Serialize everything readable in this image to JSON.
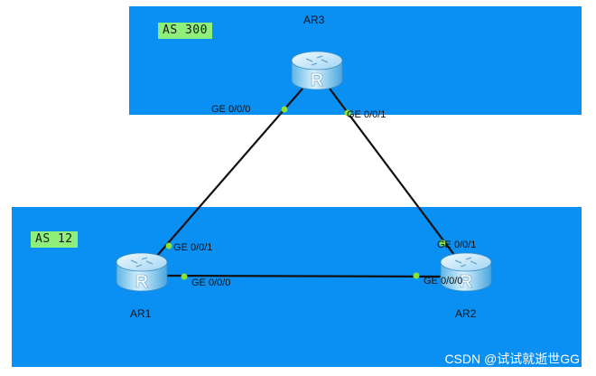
{
  "as_regions": {
    "as300": {
      "label": "AS 300"
    },
    "as12": {
      "label": "AS 12"
    }
  },
  "routers": {
    "ar3": {
      "name": "AR3",
      "icon": "router-icon",
      "glyph": "R"
    },
    "ar1": {
      "name": "AR1",
      "icon": "router-icon",
      "glyph": "R"
    },
    "ar2": {
      "name": "AR2",
      "icon": "router-icon",
      "glyph": "R"
    }
  },
  "ports": {
    "ar3_ge0": "GE 0/0/0",
    "ar3_ge1": "GE 0/0/1",
    "ar1_ge1": "GE 0/0/1",
    "ar1_ge0": "GE 0/0/0",
    "ar2_ge1": "GE 0/0/1",
    "ar2_ge0": "GE 0/0/0"
  },
  "colors": {
    "as_region": "#0a8ff3",
    "as_label_bg": "#8ef07a",
    "link": "#111111",
    "port_dot": "#8ae234"
  },
  "watermark": "CSDN @试试就逝世GG"
}
